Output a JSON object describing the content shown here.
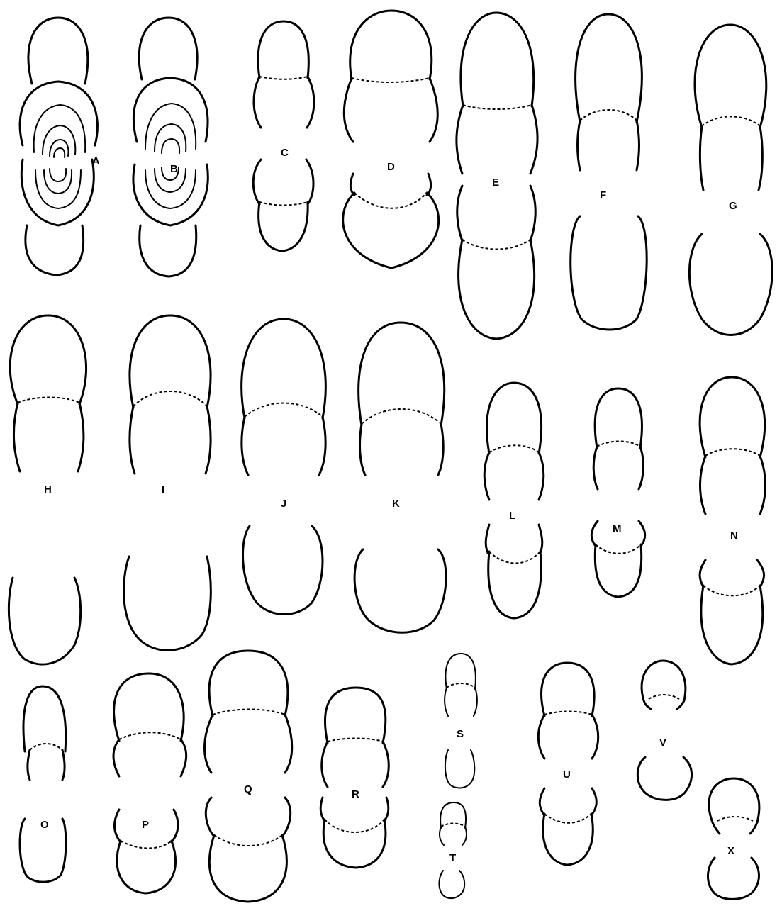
{
  "figure": {
    "labels": [
      "A",
      "B",
      "C",
      "D",
      "E",
      "F",
      "G",
      "H",
      "I",
      "J",
      "K",
      "L",
      "M",
      "N",
      "O",
      "P",
      "Q",
      "R",
      "S",
      "T",
      "U",
      "V",
      "X"
    ]
  }
}
